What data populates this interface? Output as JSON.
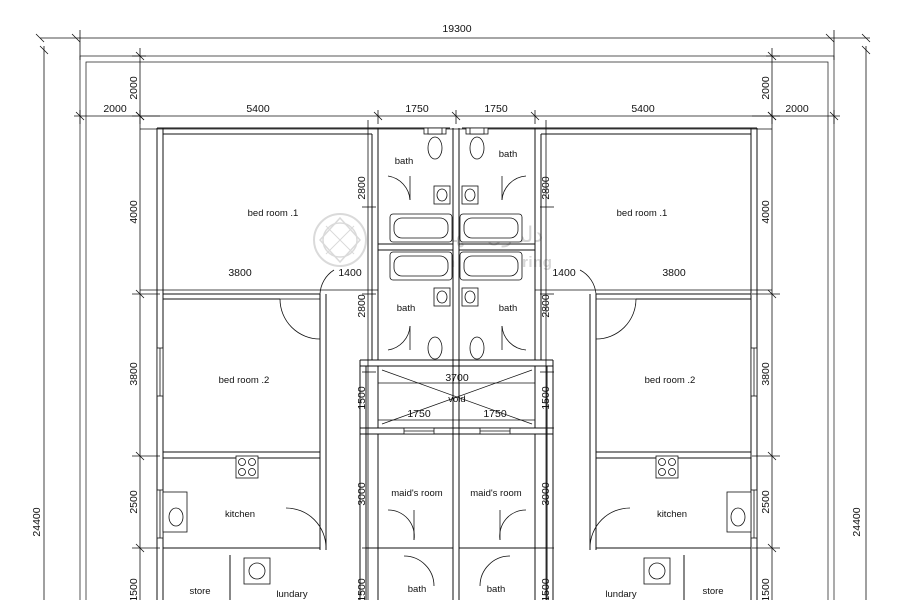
{
  "dimensions": {
    "overall_width": "19300",
    "overall_depth": "24400",
    "setback_front": "2000",
    "setback_side": "2000",
    "bedroom_width": "5400",
    "bath_width": "1750",
    "bedroom1_depth": "4000",
    "bedroom2_depth": "3800",
    "bath_depth": "2800",
    "bedroom2_width": "3800",
    "passage_width": "1400",
    "void_width": "3700",
    "void_depth": "1500",
    "maid_room_depth": "3000",
    "kitchen_depth": "2500",
    "store_depth": "1500"
  },
  "rooms": {
    "bedroom1": "bed room .1",
    "bedroom2": "bed room .2",
    "bath": "bath",
    "void": "void",
    "maids_room": "maid's room",
    "kitchen": "kitchen",
    "store": "store",
    "laundry": "lundary"
  },
  "watermark": {
    "arabic": "دلمون للهندسة",
    "english": "Delmon Engineering"
  }
}
